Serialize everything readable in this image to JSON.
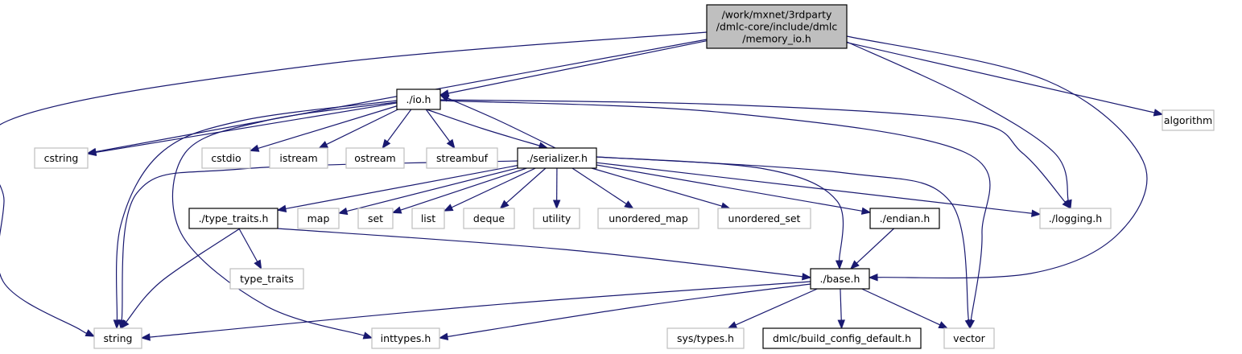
{
  "title": "/work/mxnet/3rdparty/dmlc-core/include/dmlc/memory_io.h",
  "colors": {
    "edge": "#191970",
    "root_fill": "#bfbfbf",
    "local_border": "#000000",
    "system_border": "#bfbfbf"
  },
  "nodes": [
    {
      "id": "memory_io",
      "kind": "root",
      "lines": [
        "/work/mxnet/3rdparty",
        "/dmlc-core/include/dmlc",
        "/memory_io.h"
      ]
    },
    {
      "id": "io",
      "kind": "local",
      "lines": [
        "./io.h"
      ]
    },
    {
      "id": "algorithm",
      "kind": "system",
      "lines": [
        "algorithm"
      ]
    },
    {
      "id": "cstring",
      "kind": "system",
      "lines": [
        "cstring"
      ]
    },
    {
      "id": "cstdio",
      "kind": "system",
      "lines": [
        "cstdio"
      ]
    },
    {
      "id": "istream",
      "kind": "system",
      "lines": [
        "istream"
      ]
    },
    {
      "id": "ostream",
      "kind": "system",
      "lines": [
        "ostream"
      ]
    },
    {
      "id": "streambuf",
      "kind": "system",
      "lines": [
        "streambuf"
      ]
    },
    {
      "id": "serializer",
      "kind": "local",
      "lines": [
        "./serializer.h"
      ]
    },
    {
      "id": "type_traits_h",
      "kind": "local",
      "lines": [
        "./type_traits.h"
      ]
    },
    {
      "id": "map",
      "kind": "system",
      "lines": [
        "map"
      ]
    },
    {
      "id": "set",
      "kind": "system",
      "lines": [
        "set"
      ]
    },
    {
      "id": "list",
      "kind": "system",
      "lines": [
        "list"
      ]
    },
    {
      "id": "deque",
      "kind": "system",
      "lines": [
        "deque"
      ]
    },
    {
      "id": "utility",
      "kind": "system",
      "lines": [
        "utility"
      ]
    },
    {
      "id": "unordered_map",
      "kind": "system",
      "lines": [
        "unordered_map"
      ]
    },
    {
      "id": "unordered_set",
      "kind": "system",
      "lines": [
        "unordered_set"
      ]
    },
    {
      "id": "endian",
      "kind": "local",
      "lines": [
        "./endian.h"
      ]
    },
    {
      "id": "logging",
      "kind": "system",
      "lines": [
        "./logging.h"
      ]
    },
    {
      "id": "type_traits",
      "kind": "system",
      "lines": [
        "type_traits"
      ]
    },
    {
      "id": "base",
      "kind": "local",
      "lines": [
        "./base.h"
      ]
    },
    {
      "id": "string",
      "kind": "system",
      "lines": [
        "string"
      ]
    },
    {
      "id": "inttypes",
      "kind": "system",
      "lines": [
        "inttypes.h"
      ]
    },
    {
      "id": "sys_types",
      "kind": "system",
      "lines": [
        "sys/types.h"
      ]
    },
    {
      "id": "build_config",
      "kind": "local",
      "lines": [
        "dmlc/build_config_default.h"
      ]
    },
    {
      "id": "vector",
      "kind": "system",
      "lines": [
        "vector"
      ]
    }
  ],
  "edges": [
    [
      "memory_io",
      "io"
    ],
    [
      "memory_io",
      "cstring"
    ],
    [
      "memory_io",
      "string"
    ],
    [
      "memory_io",
      "algorithm"
    ],
    [
      "memory_io",
      "logging"
    ],
    [
      "memory_io",
      "base"
    ],
    [
      "io",
      "cstring"
    ],
    [
      "io",
      "cstdio"
    ],
    [
      "io",
      "istream"
    ],
    [
      "io",
      "ostream"
    ],
    [
      "io",
      "streambuf"
    ],
    [
      "io",
      "serializer"
    ],
    [
      "io",
      "string"
    ],
    [
      "io",
      "inttypes"
    ],
    [
      "io",
      "vector"
    ],
    [
      "io",
      "logging"
    ],
    [
      "serializer",
      "io"
    ],
    [
      "serializer",
      "type_traits_h"
    ],
    [
      "serializer",
      "map"
    ],
    [
      "serializer",
      "set"
    ],
    [
      "serializer",
      "list"
    ],
    [
      "serializer",
      "deque"
    ],
    [
      "serializer",
      "utility"
    ],
    [
      "serializer",
      "unordered_map"
    ],
    [
      "serializer",
      "unordered_set"
    ],
    [
      "serializer",
      "endian"
    ],
    [
      "serializer",
      "logging"
    ],
    [
      "serializer",
      "base"
    ],
    [
      "serializer",
      "string"
    ],
    [
      "serializer",
      "vector"
    ],
    [
      "type_traits_h",
      "type_traits"
    ],
    [
      "type_traits_h",
      "string"
    ],
    [
      "type_traits_h",
      "base"
    ],
    [
      "endian",
      "base"
    ],
    [
      "base",
      "string"
    ],
    [
      "base",
      "inttypes"
    ],
    [
      "base",
      "sys_types"
    ],
    [
      "base",
      "build_config"
    ],
    [
      "base",
      "vector"
    ]
  ]
}
